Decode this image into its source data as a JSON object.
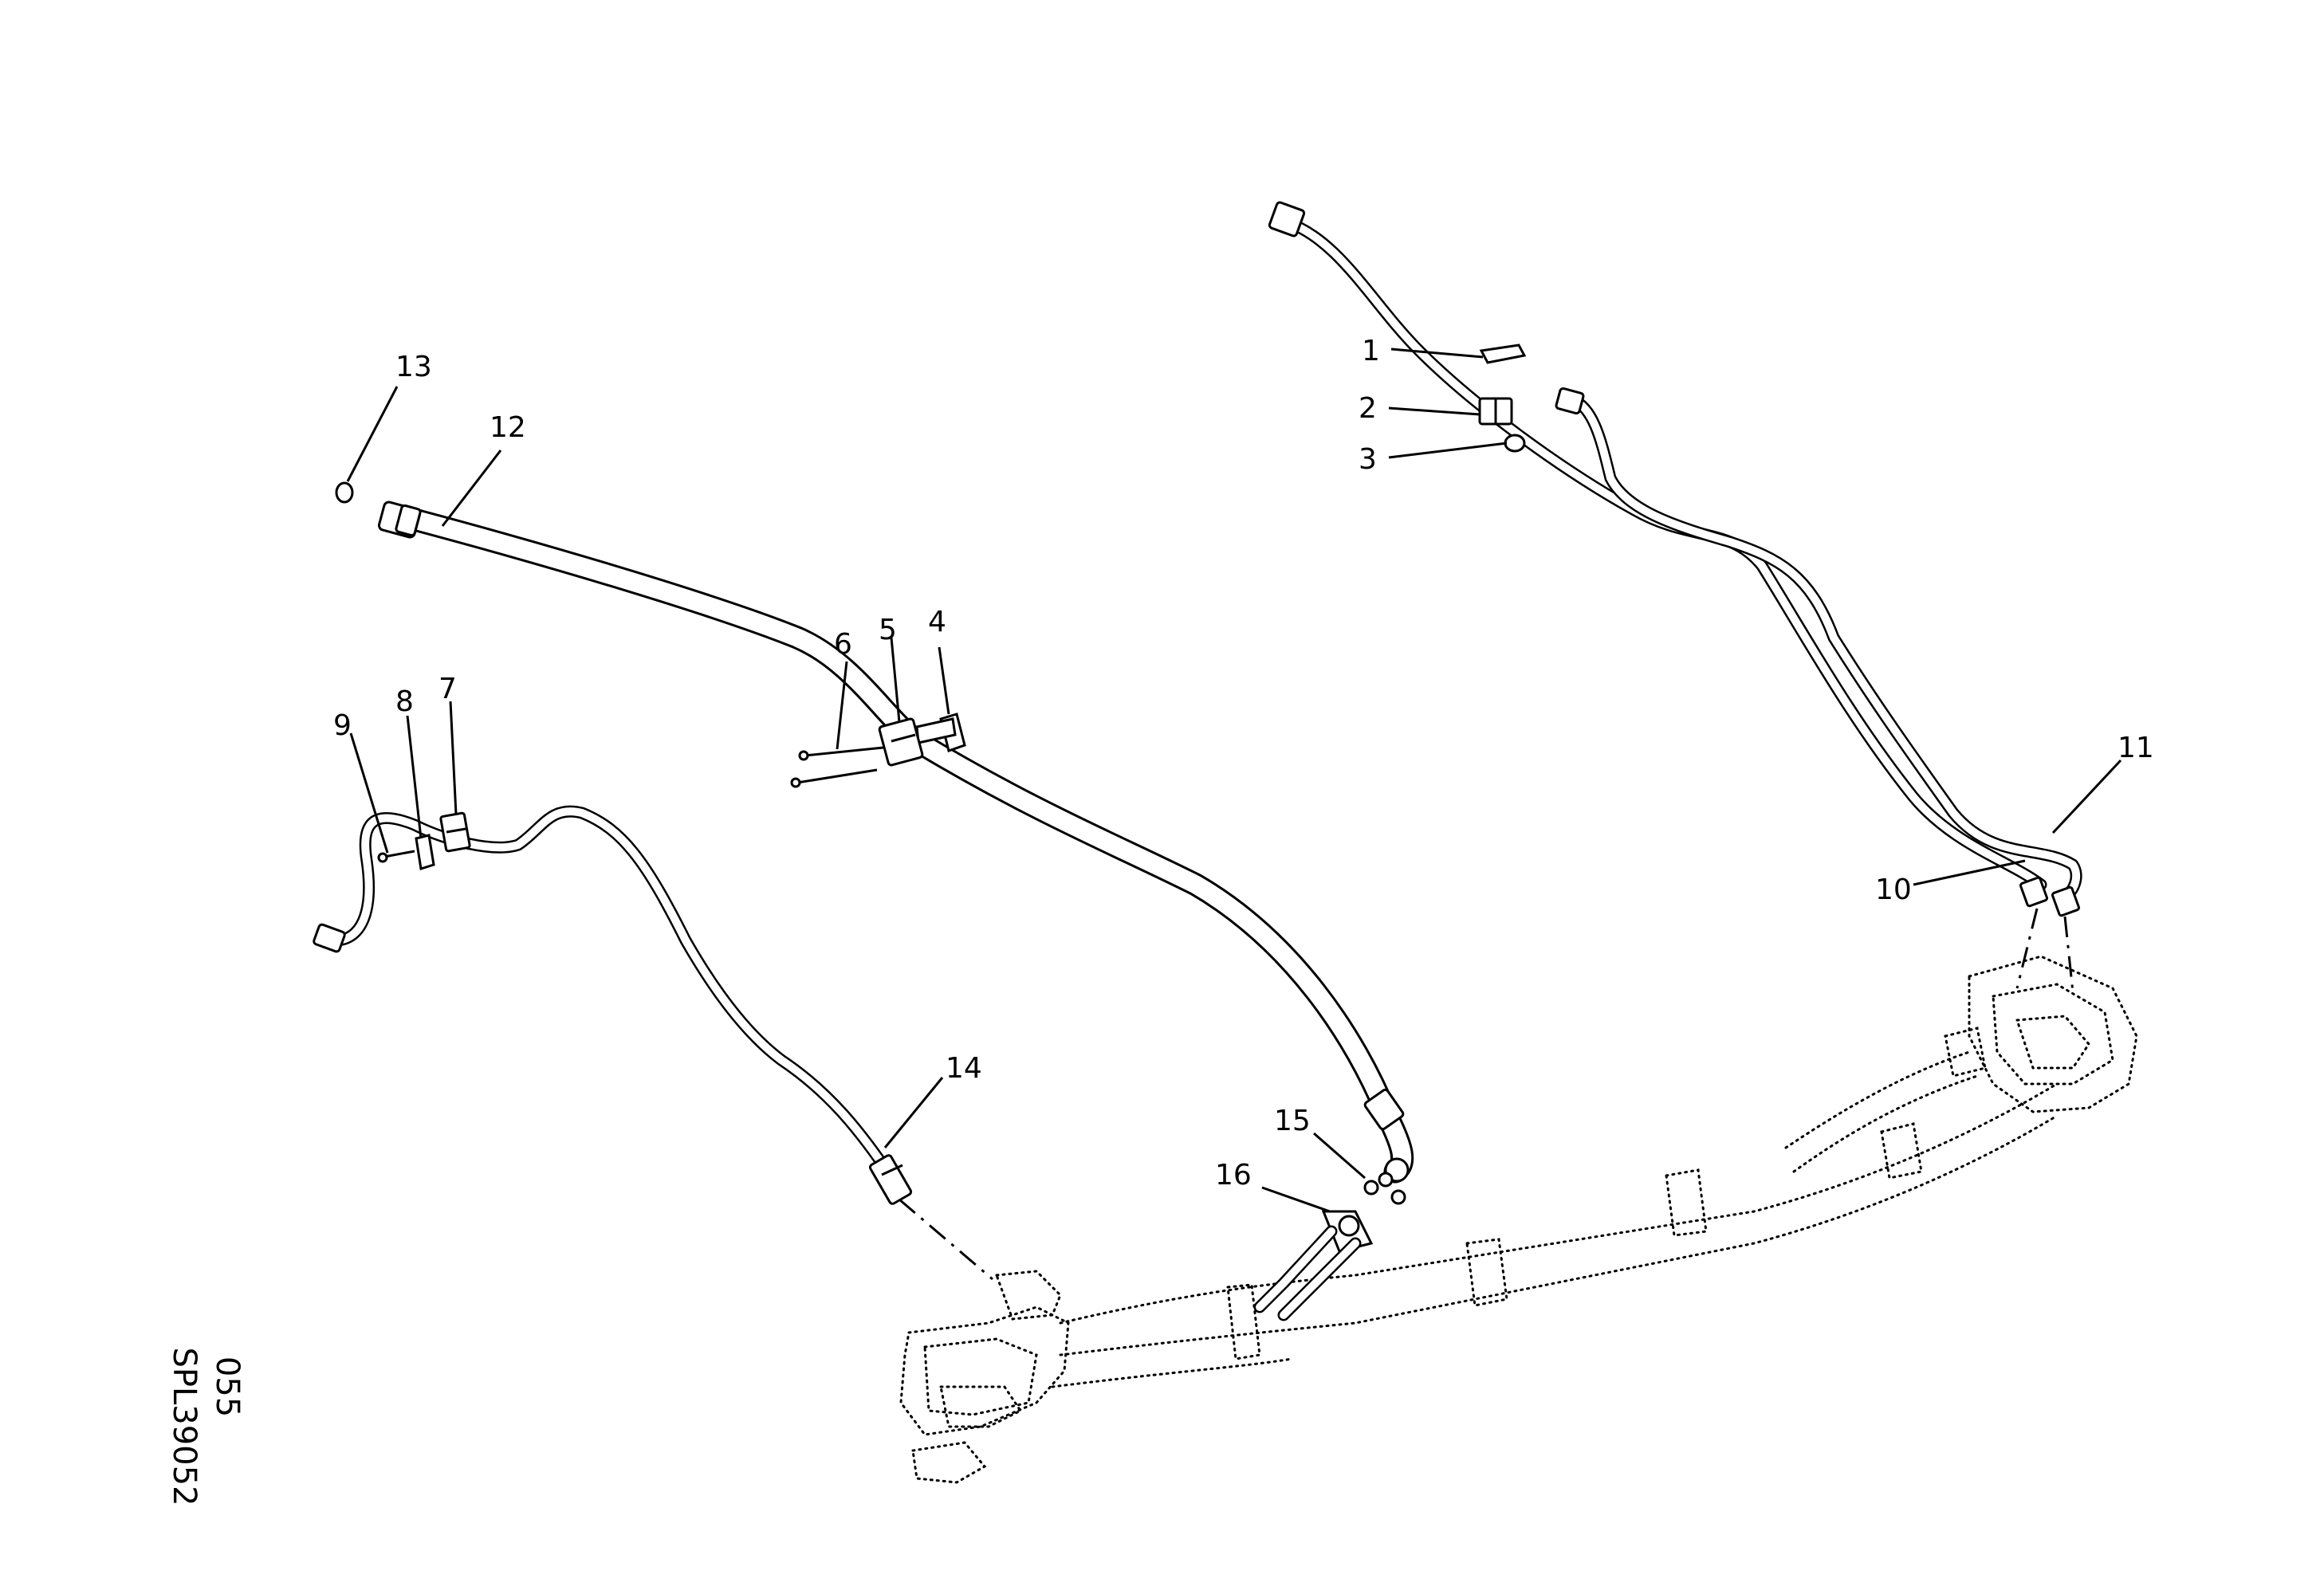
{
  "callouts": [
    {
      "label": "1"
    },
    {
      "label": "2"
    },
    {
      "label": "3"
    },
    {
      "label": "4"
    },
    {
      "label": "5"
    },
    {
      "label": "6"
    },
    {
      "label": "7"
    },
    {
      "label": "8"
    },
    {
      "label": "9"
    },
    {
      "label": "10"
    },
    {
      "label": "11"
    },
    {
      "label": "12"
    },
    {
      "label": "13"
    },
    {
      "label": "14"
    },
    {
      "label": "15"
    },
    {
      "label": "16"
    }
  ],
  "reference": {
    "code": "SPL39052",
    "page": "055"
  },
  "colors": {
    "line": "#000000",
    "background": "#ffffff"
  }
}
